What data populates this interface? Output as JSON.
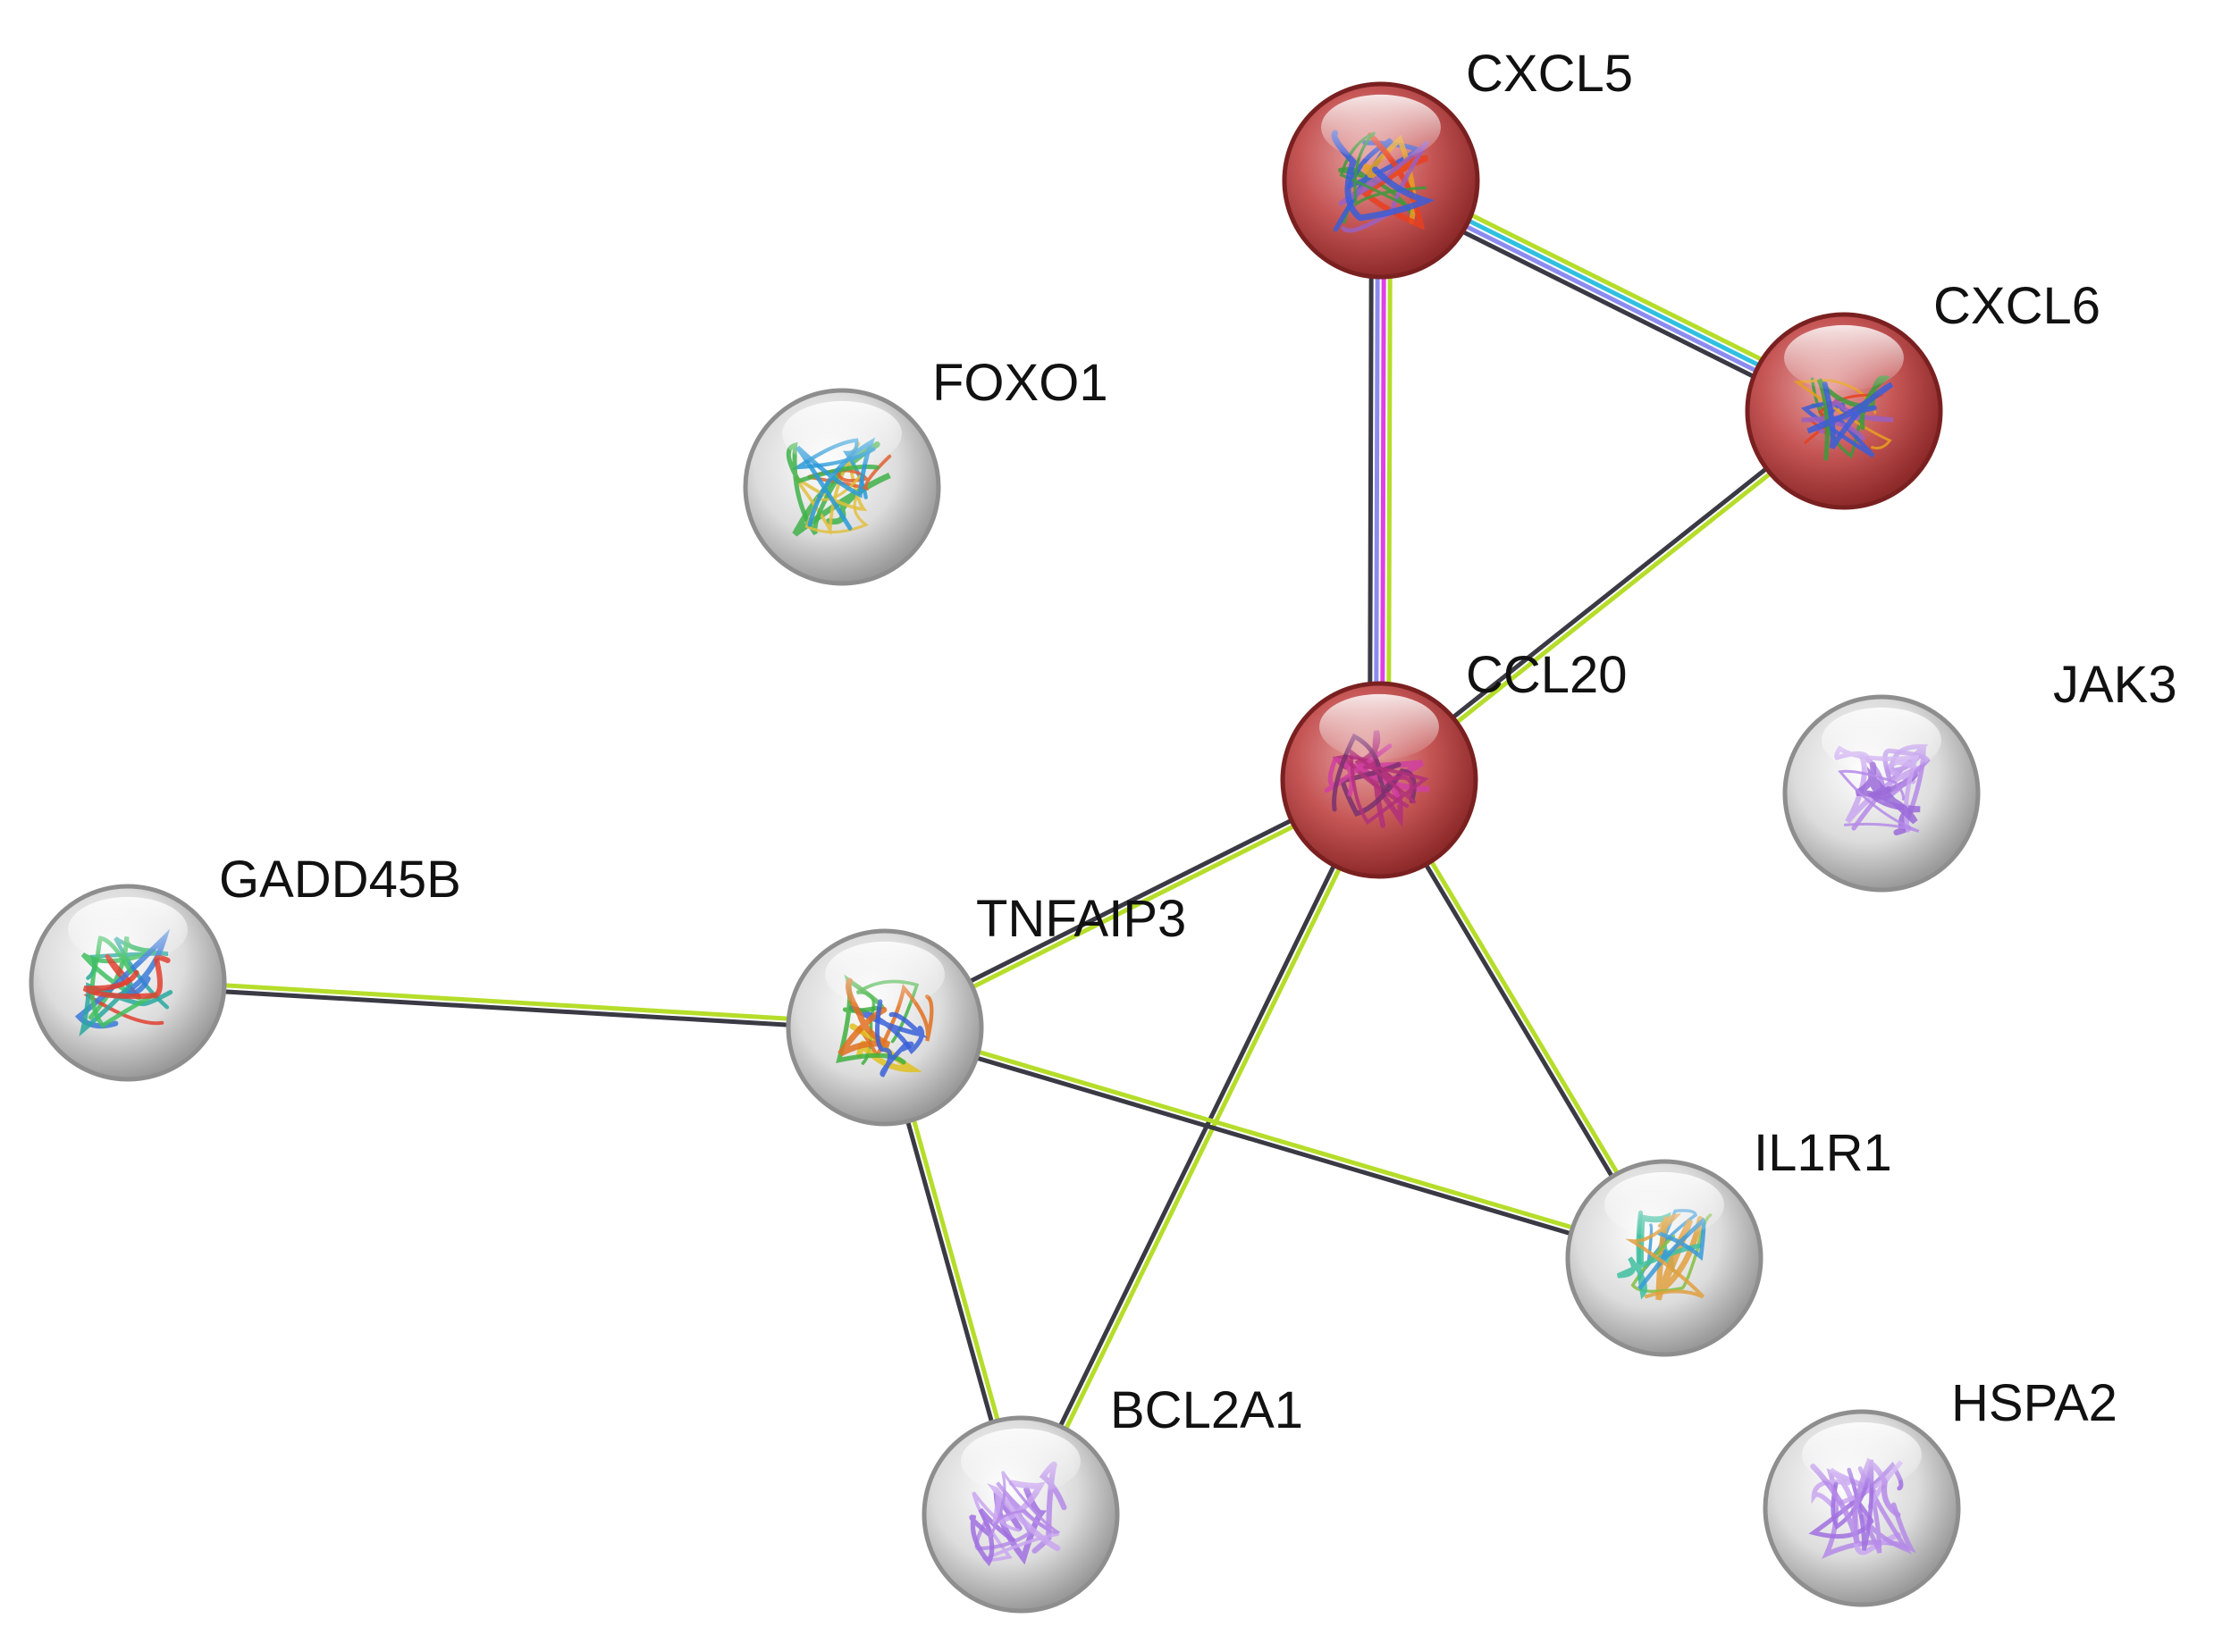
{
  "colors": {
    "edge_dark": "#3a3a44",
    "edge_textmining": "#b5dd2a",
    "edge_coexpression": "#2f2f2f",
    "edge_experimental": "#e040e8",
    "edge_database": "#30c0e0",
    "edge_homology": "#8c8cf0",
    "node_highlight": "#c65656",
    "node_plain": "#dcdcdc"
  },
  "network": {
    "nodes": [
      {
        "id": "CXCL5",
        "label": "CXCL5",
        "highlight": true,
        "structure_icon": "chemokine-ribbon"
      },
      {
        "id": "CXCL6",
        "label": "CXCL6",
        "highlight": true,
        "structure_icon": "chemokine-ribbon"
      },
      {
        "id": "FOXO1",
        "label": "FOXO1",
        "highlight": false,
        "structure_icon": "helix-ribbon"
      },
      {
        "id": "CCL20",
        "label": "CCL20",
        "highlight": true,
        "structure_icon": "small-ribbon"
      },
      {
        "id": "JAK3",
        "label": "JAK3",
        "highlight": false,
        "structure_icon": "kinase-ribbon"
      },
      {
        "id": "GADD45B",
        "label": "GADD45B",
        "highlight": false,
        "structure_icon": "beta-sheet-ribbon"
      },
      {
        "id": "TNFAIP3",
        "label": "TNFAIP3",
        "highlight": false,
        "structure_icon": "mixed-ribbon"
      },
      {
        "id": "IL1R1",
        "label": "IL1R1",
        "highlight": false,
        "structure_icon": "receptor-ribbon"
      },
      {
        "id": "BCL2A1",
        "label": "BCL2A1",
        "highlight": false,
        "structure_icon": "helical-bundle-ribbon"
      },
      {
        "id": "HSPA2",
        "label": "HSPA2",
        "highlight": false,
        "structure_icon": "chaperone-ribbon"
      }
    ],
    "edges": [
      {
        "source": "CXCL5",
        "target": "CXCL6",
        "evidence": [
          "textmining",
          "database",
          "homology",
          "coexpression"
        ]
      },
      {
        "source": "CXCL5",
        "target": "CCL20",
        "evidence": [
          "textmining",
          "experimental",
          "homology",
          "coexpression"
        ]
      },
      {
        "source": "CXCL6",
        "target": "CCL20",
        "evidence": [
          "textmining",
          "coexpression"
        ]
      },
      {
        "source": "CCL20",
        "target": "TNFAIP3",
        "evidence": [
          "textmining",
          "coexpression"
        ]
      },
      {
        "source": "CCL20",
        "target": "BCL2A1",
        "evidence": [
          "textmining",
          "coexpression"
        ]
      },
      {
        "source": "CCL20",
        "target": "IL1R1",
        "evidence": [
          "textmining",
          "coexpression"
        ]
      },
      {
        "source": "GADD45B",
        "target": "TNFAIP3",
        "evidence": [
          "textmining",
          "coexpression"
        ]
      },
      {
        "source": "TNFAIP3",
        "target": "IL1R1",
        "evidence": [
          "textmining",
          "coexpression"
        ]
      },
      {
        "source": "TNFAIP3",
        "target": "BCL2A1",
        "evidence": [
          "textmining",
          "coexpression"
        ]
      }
    ]
  }
}
